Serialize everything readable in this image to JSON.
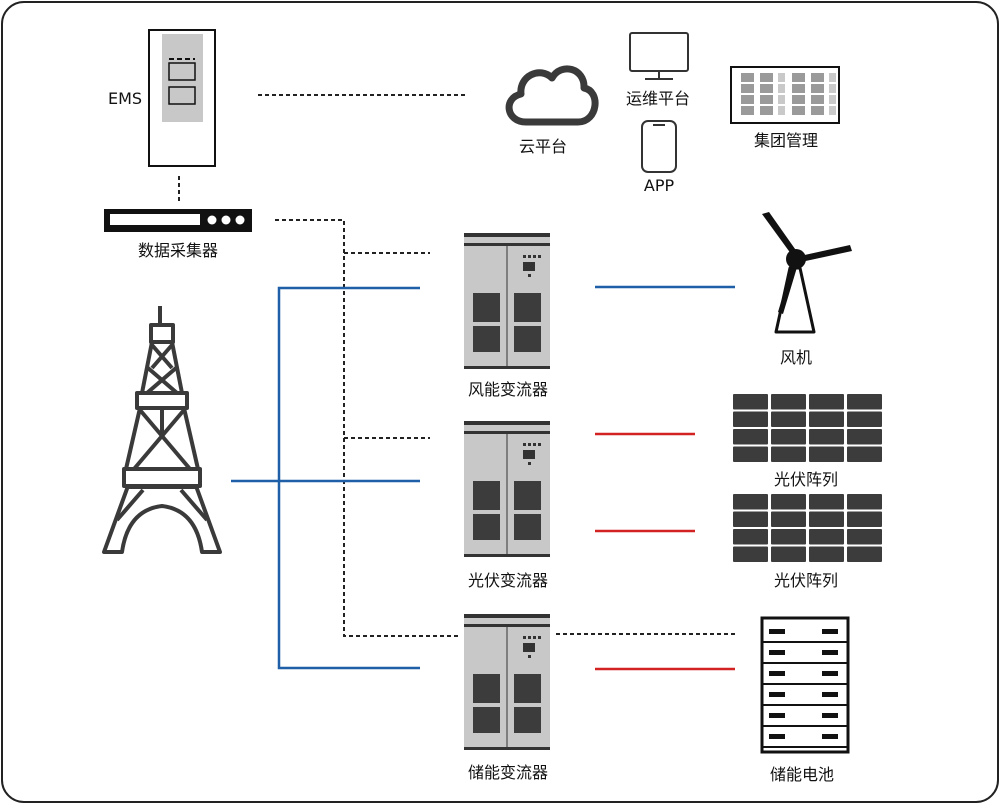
{
  "colors": {
    "border": "#222222",
    "device_grey": "#c8c8c8",
    "module_dark": "#3c3c3c",
    "ac_line": "#1f5fa8",
    "dc_line": "#d22222",
    "comm_line": "#222222"
  },
  "labels": {
    "ems": "EMS",
    "cloud": "云平台",
    "ops_platform": "运维平台",
    "app": "APP",
    "group_mgmt": "集团管理",
    "data_collector": "数据采集器",
    "wind_converter": "风能变流器",
    "pv_converter": "光伏变流器",
    "storage_converter": "储能变流器",
    "wind_turbine": "风机",
    "pv_array_1": "光伏阵列",
    "pv_array_2": "光伏阵列",
    "battery": "储能电池"
  },
  "icons": {
    "ems": "ems-cabinet-icon",
    "cloud": "cloud-icon",
    "monitor": "monitor-icon",
    "phone": "smartphone-icon",
    "group": "building-grid-icon",
    "collector": "data-collector-icon",
    "tower": "transmission-tower-icon",
    "converter": "converter-cabinet-icon",
    "wind": "wind-turbine-icon",
    "solar": "solar-panel-icon",
    "battery": "battery-rack-icon"
  }
}
